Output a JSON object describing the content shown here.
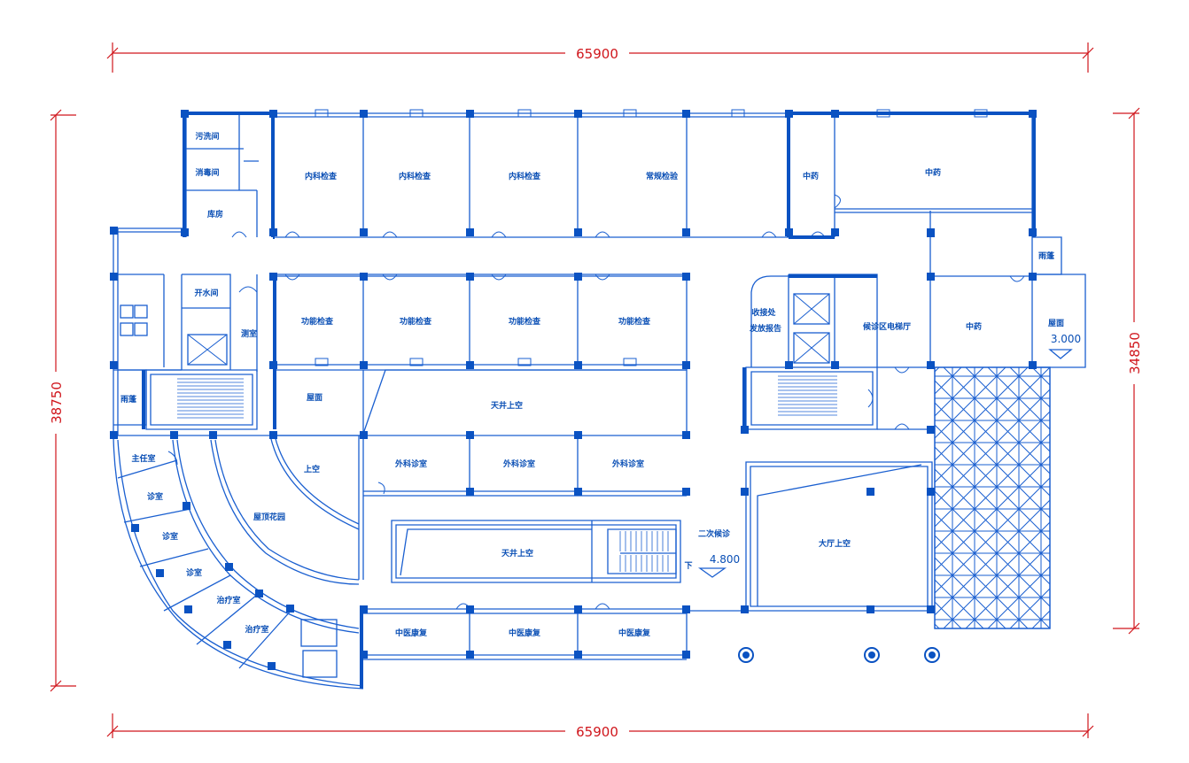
{
  "dimensions": {
    "top": "65900",
    "bottom": "65900",
    "left": "38750",
    "right": "34850"
  },
  "colors": {
    "wall": "#0a52c2",
    "thin_line": "#1a5fd0",
    "dimension": "#d0161c",
    "text": "#0a4fb5",
    "background": "#ffffff"
  },
  "rooms": {
    "sewage_room": "污洗间",
    "disinfection_room": "消毒间",
    "storage": "库房",
    "internal_exam_1": "内科检查",
    "internal_exam_2": "内科检查",
    "internal_exam_3": "内科检查",
    "routine_exam": "常规检验",
    "tcm_pharmacy_1": "中药",
    "tcm_pharmacy_2": "中药",
    "tcm_pharmacy_3": "中药",
    "canopy_right": "雨蓬",
    "roof_right": "屋面",
    "water_room": "开水间",
    "toilet": "测室",
    "func_exam_1": "功能检查",
    "func_exam_2": "功能检查",
    "func_exam_3": "功能检查",
    "func_exam_4": "功能检查",
    "report_desk_line1": "收接处",
    "report_desk_line2": "发放报告",
    "elevator_hall": "候诊区电梯厅",
    "canopy_left": "雨蓬",
    "roof_middle": "屋面",
    "atrium_open_1": "天井上空",
    "director_room": "主任室",
    "consult_room_1": "诊室",
    "consult_room_2": "诊室",
    "consult_room_3": "诊室",
    "treatment_room_1": "治疗室",
    "treatment_room_2": "治疗室",
    "void_above": "上空",
    "roof_garden": "屋顶花园",
    "surgery_room_1": "外科诊室",
    "surgery_room_2": "外科诊室",
    "surgery_room_3": "外科诊室",
    "atrium_open_2": "天井上空",
    "second_waiting": "二次候诊",
    "hall_open": "大厅上空",
    "tcm_rehab_1": "中医康复",
    "tcm_rehab_2": "中医康复",
    "tcm_rehab_3": "中医康复",
    "stair_down": "下"
  },
  "levels": {
    "roof_level": "3.000",
    "waiting_level": "4.800"
  }
}
